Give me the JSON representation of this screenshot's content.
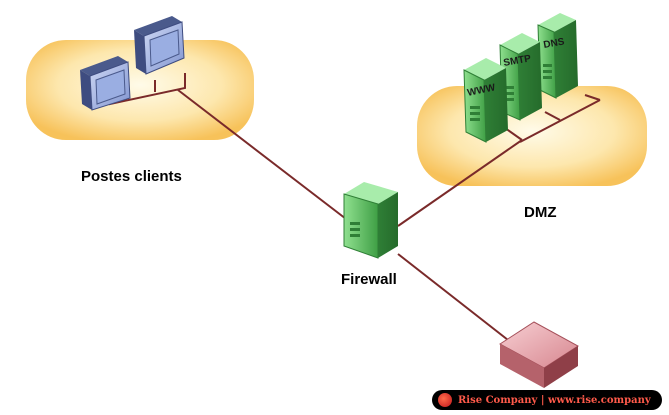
{
  "zones": {
    "clients": {
      "label": "Postes clients"
    },
    "dmz": {
      "label": "DMZ"
    }
  },
  "devices": {
    "firewall": {
      "label": "Firewall"
    },
    "servers": [
      {
        "label": "WWW"
      },
      {
        "label": "SMTP"
      },
      {
        "label": "DNS"
      }
    ]
  },
  "colors": {
    "zone_fill": "#fcd98a",
    "link": "#7a2a2a",
    "server_green": "#5fbf5f",
    "monitor_blue": "#6f86c8",
    "router_red": "#d98a92"
  },
  "watermark": {
    "text": "Rise Company | www.rise.company"
  }
}
